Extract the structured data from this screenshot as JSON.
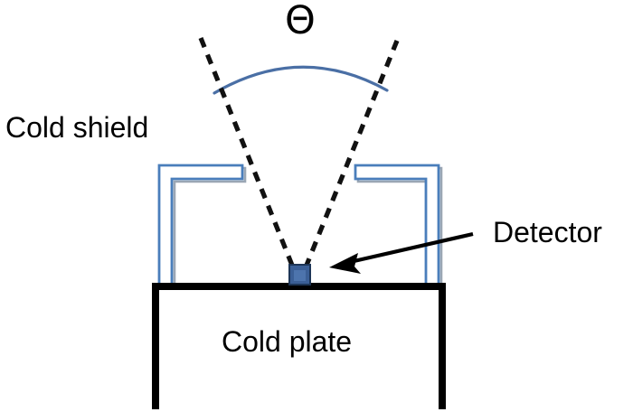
{
  "diagram": {
    "title": "Cold shield and detector geometry",
    "type": "schematic-cross-section",
    "background_color": "#ffffff",
    "labels": {
      "cold_shield": "Cold shield",
      "cold_plate": "Cold plate",
      "detector": "Detector",
      "theta": "Θ"
    },
    "colors": {
      "shield_blue": "#4a7ebb",
      "shield_blue_light": "#5b8fd4",
      "arc_blue": "#4a6fa5",
      "detector_fill": "#3b5f96",
      "detector_stroke": "#1f3a66",
      "outline_black": "#000000"
    },
    "parts": [
      {
        "name": "theta-angle-symbol",
        "label": "Θ",
        "description": "Greek capital theta marking the field-of-view half-angle opening"
      },
      {
        "name": "field-of-view-arc",
        "description": "Blue arc spanning between the two dashed field-of-view rays",
        "color": "#4a6fa5"
      },
      {
        "name": "field-of-view-ray-left",
        "description": "Dashed ray from detector up-left to top of figure",
        "style": "dashed",
        "color": "#000000"
      },
      {
        "name": "field-of-view-ray-right",
        "description": "Dashed ray from detector up-right to top of figure",
        "style": "dashed",
        "color": "#000000"
      },
      {
        "name": "cold-shield-left",
        "description": "Left L-shaped cold shield wall outline",
        "color": "#4a7ebb"
      },
      {
        "name": "cold-shield-right",
        "description": "Right L-shaped cold shield wall outline (mirrored)",
        "color": "#4a7ebb"
      },
      {
        "name": "detector-element",
        "description": "Small blue square detector sitting centered on the cold plate",
        "color": "#3b5f96"
      },
      {
        "name": "cold-plate-body",
        "description": "Thick black open-bottom rectangle forming the cold plate",
        "color": "#000000"
      },
      {
        "name": "detector-callout-arrow",
        "description": "Black arrow pointing left from the Detector label to the detector element",
        "color": "#000000"
      }
    ]
  }
}
